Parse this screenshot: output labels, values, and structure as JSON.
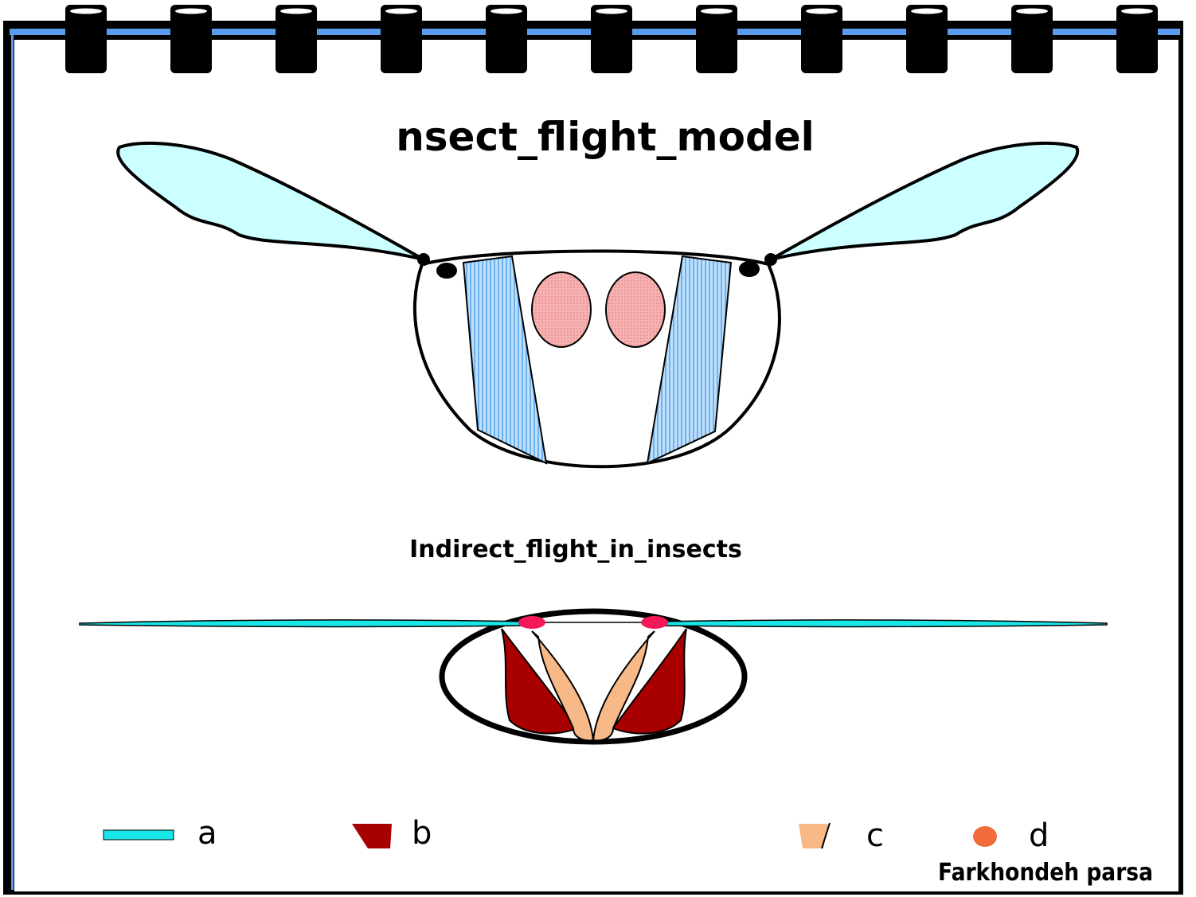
{
  "diagram": {
    "title": "nsect_flight_model",
    "subtitle": "Indirect_flight_in_insects",
    "author": "Farkhondeh parsa",
    "legend": [
      {
        "key": "a",
        "label": "a",
        "meaning": "wing",
        "color": "#19e6e6"
      },
      {
        "key": "b",
        "label": "b",
        "meaning": "muscle",
        "color": "#a80000"
      },
      {
        "key": "c",
        "label": "c",
        "meaning": "muscle",
        "color": "#f7b987"
      },
      {
        "key": "d",
        "label": "d",
        "meaning": "joint",
        "color": "#f26b3a"
      }
    ],
    "colors": {
      "wing_top": "#ccffff",
      "stripe": "#8ec3f2",
      "oval": "#f3a3a3",
      "pivot": "#f5195a",
      "frame_blue": "#5b9bee"
    }
  }
}
